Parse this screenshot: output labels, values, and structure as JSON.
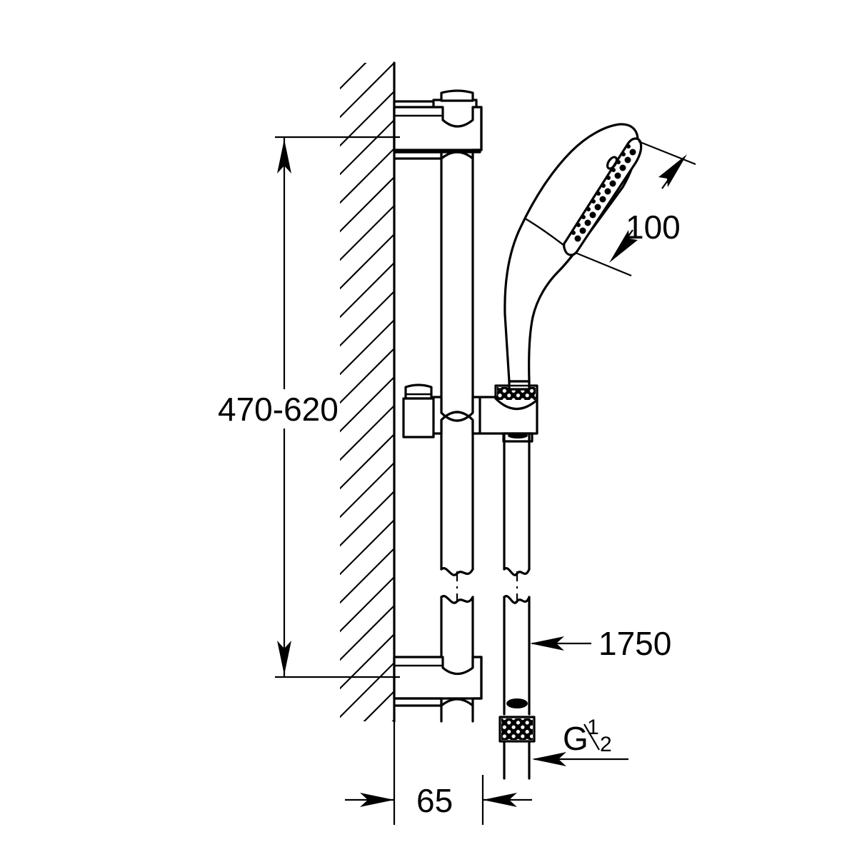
{
  "drawing": {
    "title": "Shower rail set technical dimension drawing",
    "product": "hand shower with shower rail and hose",
    "units": "mm",
    "view": "side elevation section",
    "line_color": "#000000",
    "background_color": "#ffffff"
  },
  "dimensions": {
    "rail_height": {
      "label": "470-620",
      "type": "vertical-linear",
      "min": 470,
      "max": 620,
      "unit": "mm",
      "description": "adjustable rail bracket centre distance"
    },
    "shower_head_diameter": {
      "label": "100",
      "type": "angled-linear",
      "value": 100,
      "unit": "mm",
      "description": "hand shower spray face diameter"
    },
    "hose_length": {
      "label": "1750",
      "type": "leader",
      "value": 1750,
      "unit": "mm",
      "description": "shower hose length"
    },
    "wall_projection": {
      "label": "65",
      "type": "horizontal-linear",
      "value": 65,
      "unit": "mm",
      "description": "projection from wall face"
    },
    "hose_thread": {
      "label_prefix": "G",
      "numerator": "1",
      "denominator": "2",
      "label_full": "G 1/2",
      "type": "leader",
      "description": "hose connection thread size"
    }
  },
  "components": {
    "wall": "hatched-wall-section",
    "upper_bracket": "wall-bracket-top",
    "slider_bracket": "adjustable-slider-holder",
    "lower_bracket": "wall-bracket-bottom",
    "rail": "shower-rail-tube",
    "hand_shower": "hand-shower-head",
    "hose": "shower-hose",
    "hose_nut_top": "knurled-connector-nut-top",
    "hose_nut_bottom": "knurled-connector-nut-bottom",
    "break_lines": "conventional-break-symbol"
  }
}
